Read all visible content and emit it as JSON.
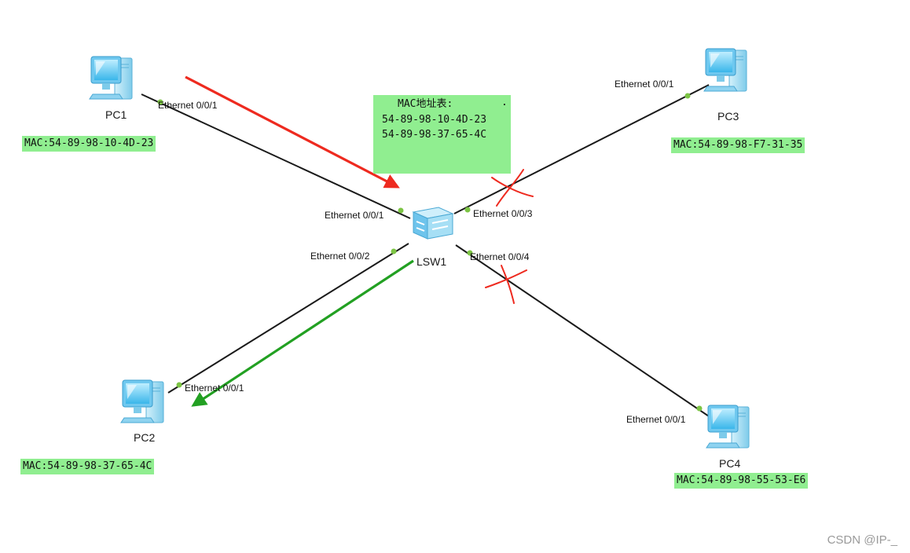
{
  "switch": {
    "name": "LSW1"
  },
  "pcs": [
    {
      "name": "PC1",
      "mac": "MAC:54-89-98-10-4D-23",
      "port": "Ethernet 0/0/1",
      "switch_port": "Ethernet 0/0/1"
    },
    {
      "name": "PC2",
      "mac": "MAC:54-89-98-37-65-4C",
      "port": "Ethernet 0/0/1",
      "switch_port": "Ethernet 0/0/2"
    },
    {
      "name": "PC3",
      "mac": "MAC:54-89-98-F7-31-35",
      "port": "Ethernet 0/0/1",
      "switch_port": "Ethernet 0/0/3"
    },
    {
      "name": "PC4",
      "mac": "MAC:54-89-98-55-53-E6",
      "port": "Ethernet 0/0/1",
      "switch_port": "Ethernet 0/0/4"
    }
  ],
  "mac_table": {
    "title": "MAC地址表:",
    "dot": ".",
    "entries": [
      "54-89-98-10-4D-23",
      "54-89-98-37-65-4C"
    ]
  },
  "colors": {
    "link": "#1a1a1a",
    "port_dot": "#7cc444",
    "inbound_arrow": "#ee2a1f",
    "forward_arrow": "#22a022",
    "blocked_mark": "#ee2a1f",
    "highlight": "#90ee90"
  },
  "watermark": "CSDN @IP-_"
}
